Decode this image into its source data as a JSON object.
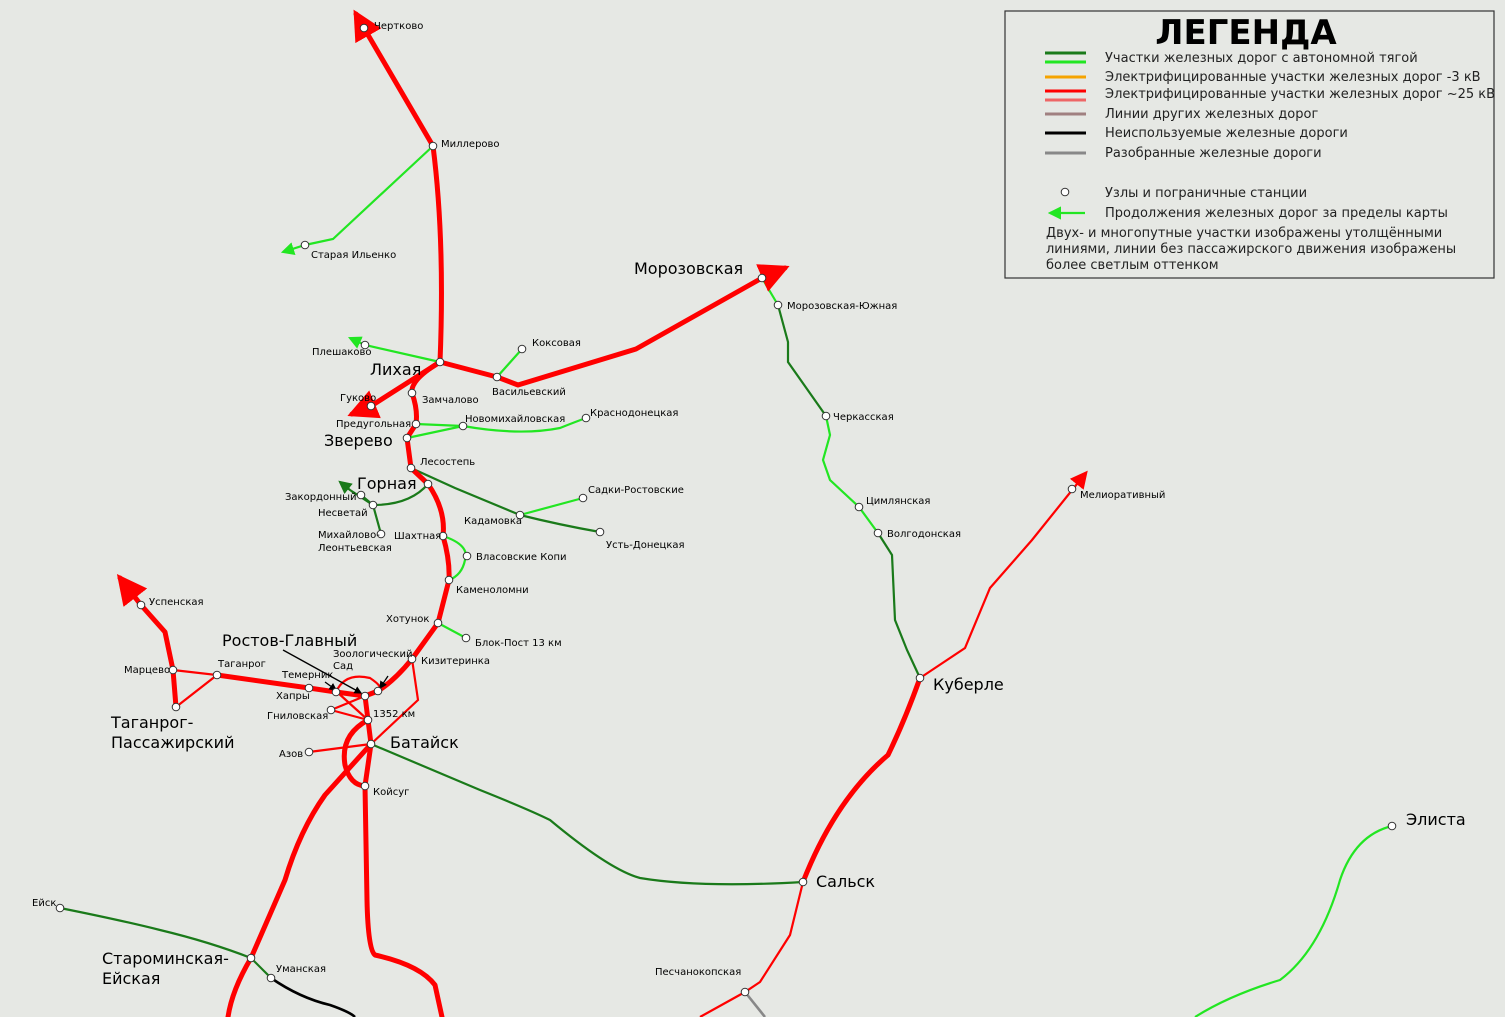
{
  "legend": {
    "title": "ЛЕГЕНДА",
    "items": [
      {
        "label": "Участки железных дорог с автономной тягой",
        "colors": [
          "#1a7a1a",
          "#22e622"
        ]
      },
      {
        "label": "Электрифицированные участки железных дорог -3 кВ",
        "colors": [
          "#f5a300"
        ]
      },
      {
        "label": "Электрифицированные участки железных дорог ~25 кВ",
        "colors": [
          "#ff0000",
          "#ee6666"
        ]
      },
      {
        "label": "Линии других железных дорог",
        "colors": [
          "#a08080"
        ]
      },
      {
        "label": "Неиспользуемые железные дороги",
        "colors": [
          "#000000"
        ]
      },
      {
        "label": "Разобранные железные дороги",
        "colors": [
          "#888888"
        ]
      },
      {
        "label": "Узлы и пограничные станции",
        "colors": []
      },
      {
        "label": "Продолжения железных дорог за пределы карты",
        "colors": [
          "#22e622"
        ]
      }
    ],
    "note_lines": [
      "Двух- и многопутные участки изображены утолщёнными",
      "линиями, линии без пассажирского движения изображены",
      "более светлым оттенком"
    ]
  },
  "colors": {
    "electric_25kv": "#ff0000",
    "diesel_dark": "#1a7a1a",
    "diesel_light": "#22e622",
    "unused": "#000000",
    "dismantled": "#888888",
    "background": "#e6e8e4"
  },
  "stations": {
    "chertkovo": "Чертково",
    "millerovo": "Миллерово",
    "staraya_ilenko": "Старая Ильенко",
    "morozovskaya": "Морозовская",
    "morozovskaya_yuzhnaya": "Морозовская-Южная",
    "koksovaya": "Коксовая",
    "pleshakovo": "Плешаково",
    "likhaya": "Лихая",
    "vasilevskiy": "Васильевский",
    "gukovo": "Гуково",
    "zamchalovo": "Замчалово",
    "predugolnaya": "Предугольная",
    "novomikhaylovskaya": "Новомихайловская",
    "krasnodonetskaya": "Краснодонецкая",
    "zverevo": "Зверево",
    "cherkasskaya": "Черкасская",
    "lesostep": "Лесостепь",
    "gornaya": "Горная",
    "zakordonnyy": "Закордонный",
    "nesvetay": "Несветай",
    "sadki_rostovskie": "Садки-Ростовские",
    "kadamovka": "Кадамовка",
    "tsimlyanskaya": "Цимлянская",
    "volgodonskaya": "Волгодонская",
    "ust_donetskaya": "Усть-Донецкая",
    "mikhaylovo_1": "Михайлово-",
    "mikhaylovo_2": "Леонтьевская",
    "shakhtnaya": "Шахтная",
    "vlasovskie_kopi": "Власовские Копи",
    "kamenolomni": "Каменоломни",
    "meliorativnyy": "Мелиоративный",
    "uspenskaya": "Успенская",
    "khotunok": "Хотунок",
    "blok_post": "Блок-Пост 13 км",
    "rostov_glavnyy": "Ростов-Главный",
    "zoologicheskiy_1": "Зоологический",
    "zoologicheskiy_2": "Сад",
    "kiziterinka": "Кизитеринка",
    "martsevo": "Марцево",
    "taganrog": "Таганрог",
    "temernik": "Темерник",
    "khapry": "Хапры",
    "gnilovskaya": "Гниловская",
    "km_1352": "1352 км",
    "kuberle": "Куберле",
    "taganrog_pass_1": "Таганрог-",
    "taganrog_pass_2": "Пассажирский",
    "bataysk": "Батайск",
    "azov": "Азов",
    "koysug": "Койсуг",
    "elista": "Элиста",
    "salsk": "Сальск",
    "eysk": "Ейск",
    "starominskaya_1": "Староминская-",
    "starominskaya_2": "Ейская",
    "umanskaya": "Уманская",
    "peschanokopskaya": "Песчанокопская"
  }
}
